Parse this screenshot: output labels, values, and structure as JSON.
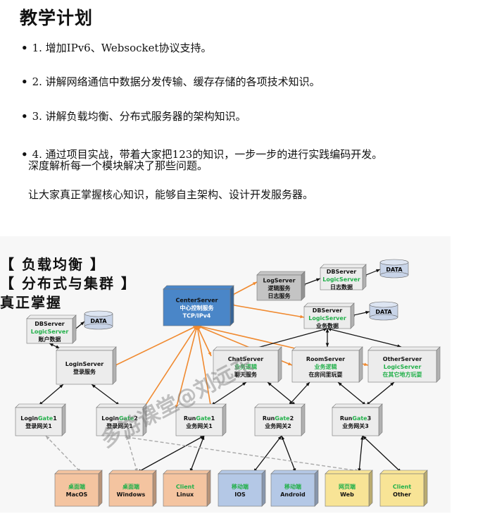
{
  "title": "教学计划",
  "bullets": [
    "1. 增加IPv6、Websocket协议支持。",
    "2. 讲解网络通信中数据分发传输、缓存存储的各项技术知识。",
    "3. 讲解负载均衡、分布式服务器的架构知识。",
    "4. 通过项目实战，带着大家把123的知识，一步一步的进行实践编码开发。"
  ],
  "overlap_line": "深度解析每一个模块解决了那些问题。",
  "summary": "让大家真正掌握核心知识，能够自主架构、设计开发服务器。",
  "headlines": [
    "【 负载均衡 】",
    "【 分布式与集群 】",
    "真正掌握"
  ],
  "watermark": "多游课堂@刘远东",
  "nodes": {
    "center": [
      "CenterServer",
      "中心控制服务",
      "TCP/IPv4"
    ],
    "log": [
      "LogServer",
      "逻辑服务",
      "日志服务"
    ],
    "db_log": [
      "DBServer",
      "LogicServer",
      "日志数据"
    ],
    "db_biz": [
      "DBServer",
      "LogicServer",
      "业务数据"
    ],
    "db_acct": [
      "DBServer",
      "LogicServer",
      "账户数据"
    ],
    "login": [
      "LoginServer",
      "登录服务"
    ],
    "chat": [
      "ChatServer",
      "业务逻辑",
      "聊天服务"
    ],
    "room": [
      "RoomServer",
      "业务逻辑",
      "在房间里玩耍"
    ],
    "other": [
      "OtherServer",
      "LogicServer",
      "在其它地方玩耍"
    ],
    "data": "DATA",
    "gates": [
      [
        "Login",
        "Gate",
        "1",
        "登录网关1"
      ],
      [
        "Login",
        "Gate",
        "2",
        "登录网关1"
      ],
      [
        "Run",
        "Gate",
        "1",
        "业务网关1"
      ],
      [
        "Run",
        "Gate",
        "2",
        "业务网关2"
      ],
      [
        "Run",
        "Gate",
        "3",
        "业务网关3"
      ]
    ],
    "clients": [
      [
        "桌面端",
        "MacOS"
      ],
      [
        "桌面端",
        "Windows"
      ],
      [
        "Client",
        "Linux"
      ],
      [
        "移动端",
        "IOS"
      ],
      [
        "移动端",
        "Android"
      ],
      [
        "网页端",
        "Web"
      ],
      [
        "Client",
        "Other"
      ]
    ]
  },
  "colors": {
    "center": "#4a86c8",
    "log": "#c4c4c4",
    "box": "#ececec",
    "desktop": "#f4c4a0",
    "mobile": "#b4c8e6",
    "web": "#f8e496",
    "green": "#22b04a",
    "orange": "#f08a30"
  }
}
